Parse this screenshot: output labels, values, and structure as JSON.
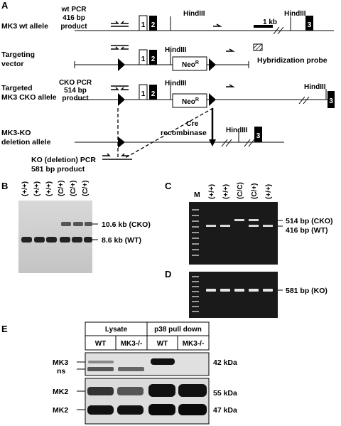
{
  "panels": {
    "A": "A",
    "B": "B",
    "C": "C",
    "D": "D",
    "E": "E"
  },
  "panelA": {
    "rows": {
      "wt_line1": "MK3 wt allele",
      "tv_line1": "Targeting",
      "tv_line2": "vector",
      "tg_line1": "Targeted",
      "tg_line2": "MK3 CKO allele",
      "ko_line1": "MK3-KO",
      "ko_line2": "deletion allele"
    },
    "pcr": {
      "wt_l1": "wt PCR",
      "wt_l2": "416 bp",
      "wt_l3": "product",
      "cko_l1": "CKO PCR",
      "cko_l2": "514 bp",
      "cko_l3": "product",
      "ko_l1": "KO (deletion) PCR",
      "ko_l2": "581 bp product"
    },
    "exons": {
      "e1": "1",
      "e2": "2",
      "e3": "3"
    },
    "hindiii": "HindIII",
    "scale": "1 kb",
    "neo": "Neo",
    "neo_sup": "R",
    "probe": "Hybridization probe",
    "cre_l1": "Cre",
    "cre_l2": "recombinase"
  },
  "panelB": {
    "lanes": [
      "(+/+)",
      "(+/+)",
      "(+/+)",
      "(C/+)",
      "(C/+)",
      "(C/+)"
    ],
    "band_upper": "10.6 kb (CKO)",
    "band_lower": "8.6 kb (WT)"
  },
  "panelC": {
    "marker": "M",
    "lanes": [
      "(+/+)",
      "(+/+)",
      "(C/C)",
      "(C/+)",
      "(+/+)"
    ],
    "band_upper": "514 bp (CKO)",
    "band_lower": "416 bp (WT)"
  },
  "panelD": {
    "band": "581 bp (KO)"
  },
  "panelE": {
    "groups": [
      "Lysate",
      "p38 pull down"
    ],
    "cols": [
      "WT",
      "MK3-/-",
      "WT",
      "MK3-/-"
    ],
    "row_mk3": "MK3",
    "row_ns": "ns",
    "row_mk2a": "MK2",
    "row_mk2b": "MK2",
    "kda_42": "42 kDa",
    "kda_55": "55 kDa",
    "kda_47": "47 kDa"
  }
}
